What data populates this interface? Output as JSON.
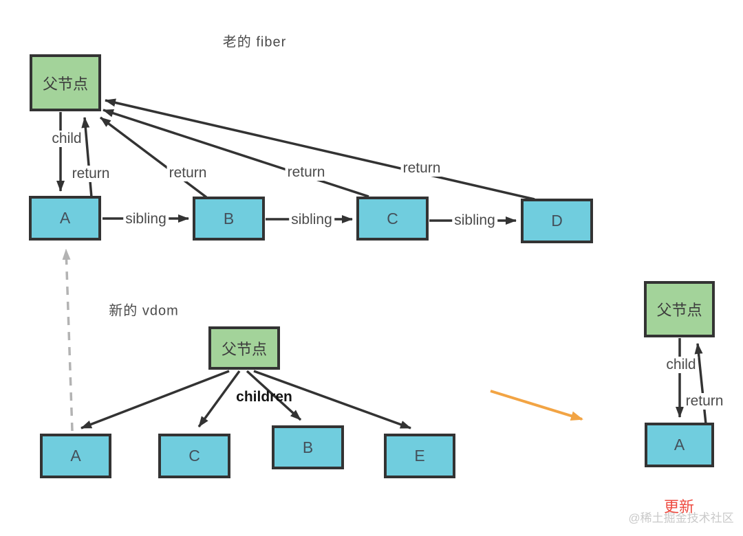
{
  "colors": {
    "parent_node_fill": "#a3d39a",
    "child_node_fill": "#70cdde",
    "node_border": "#333333",
    "arrow": "#333333",
    "dashed_compare_arrow": "#b3b3b3",
    "transform_arrow": "#f2a444",
    "update_text": "#ee4b40",
    "watermark": "#c9c9c9"
  },
  "old_fiber": {
    "title": "老的 fiber",
    "parent": "父节点",
    "nodes": [
      "A",
      "B",
      "C",
      "D"
    ],
    "labels": {
      "child": "child",
      "return": "return",
      "sibling": "sibling"
    }
  },
  "new_vdom": {
    "title": "新的 vdom",
    "parent": "父节点",
    "children_label": "children",
    "nodes": [
      "A",
      "C",
      "B",
      "E"
    ]
  },
  "result": {
    "parent": "父节点",
    "node": "A",
    "labels": {
      "child": "child",
      "return": "return"
    },
    "update": "更新"
  },
  "watermark": "@稀土掘金技术社区"
}
